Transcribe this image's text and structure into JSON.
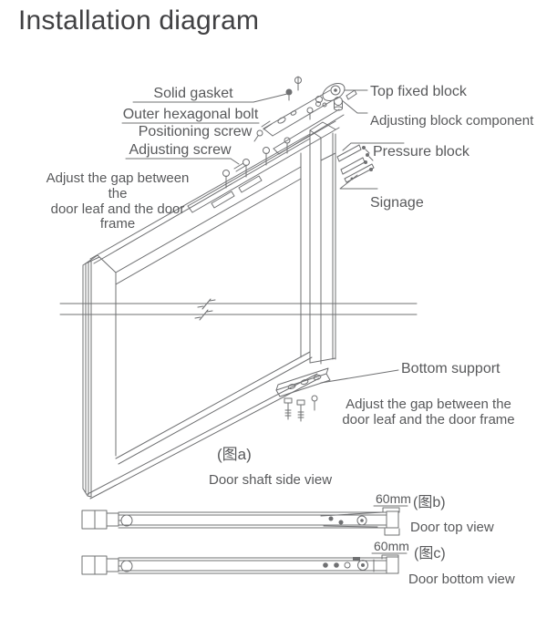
{
  "title": "Installation diagram",
  "colors": {
    "line": "#6f7072",
    "text": "#58595b",
    "title_text": "#414143"
  },
  "callouts": {
    "solid_gasket": "Solid gasket",
    "top_fixed_block": "Top fixed block",
    "outer_hexagonal_bolt": "Outer hexagonal bolt",
    "adjusting_block_component": "Adjusting block component",
    "positioning_screw": "Positioning screw",
    "adjusting_screw": "Adjusting screw",
    "pressure_block": "Pressure block",
    "signage": "Signage",
    "adjust_gap_top_line1": "Adjust the gap between the",
    "adjust_gap_top_line2": "door leaf and the door frame",
    "bottom_support": "Bottom support",
    "adjust_gap_bottom_line1": "Adjust the gap between the",
    "adjust_gap_bottom_line2": "door leaf and the door frame"
  },
  "figures": {
    "fig_a_tag": "(图a)",
    "fig_a_caption": "Door shaft side view",
    "fig_b_tag": "(图b)",
    "fig_b_caption": "Door top view",
    "fig_b_dimension": "60mm",
    "fig_c_tag": "(图c)",
    "fig_c_caption": "Door bottom view",
    "fig_c_dimension": "60mm"
  }
}
